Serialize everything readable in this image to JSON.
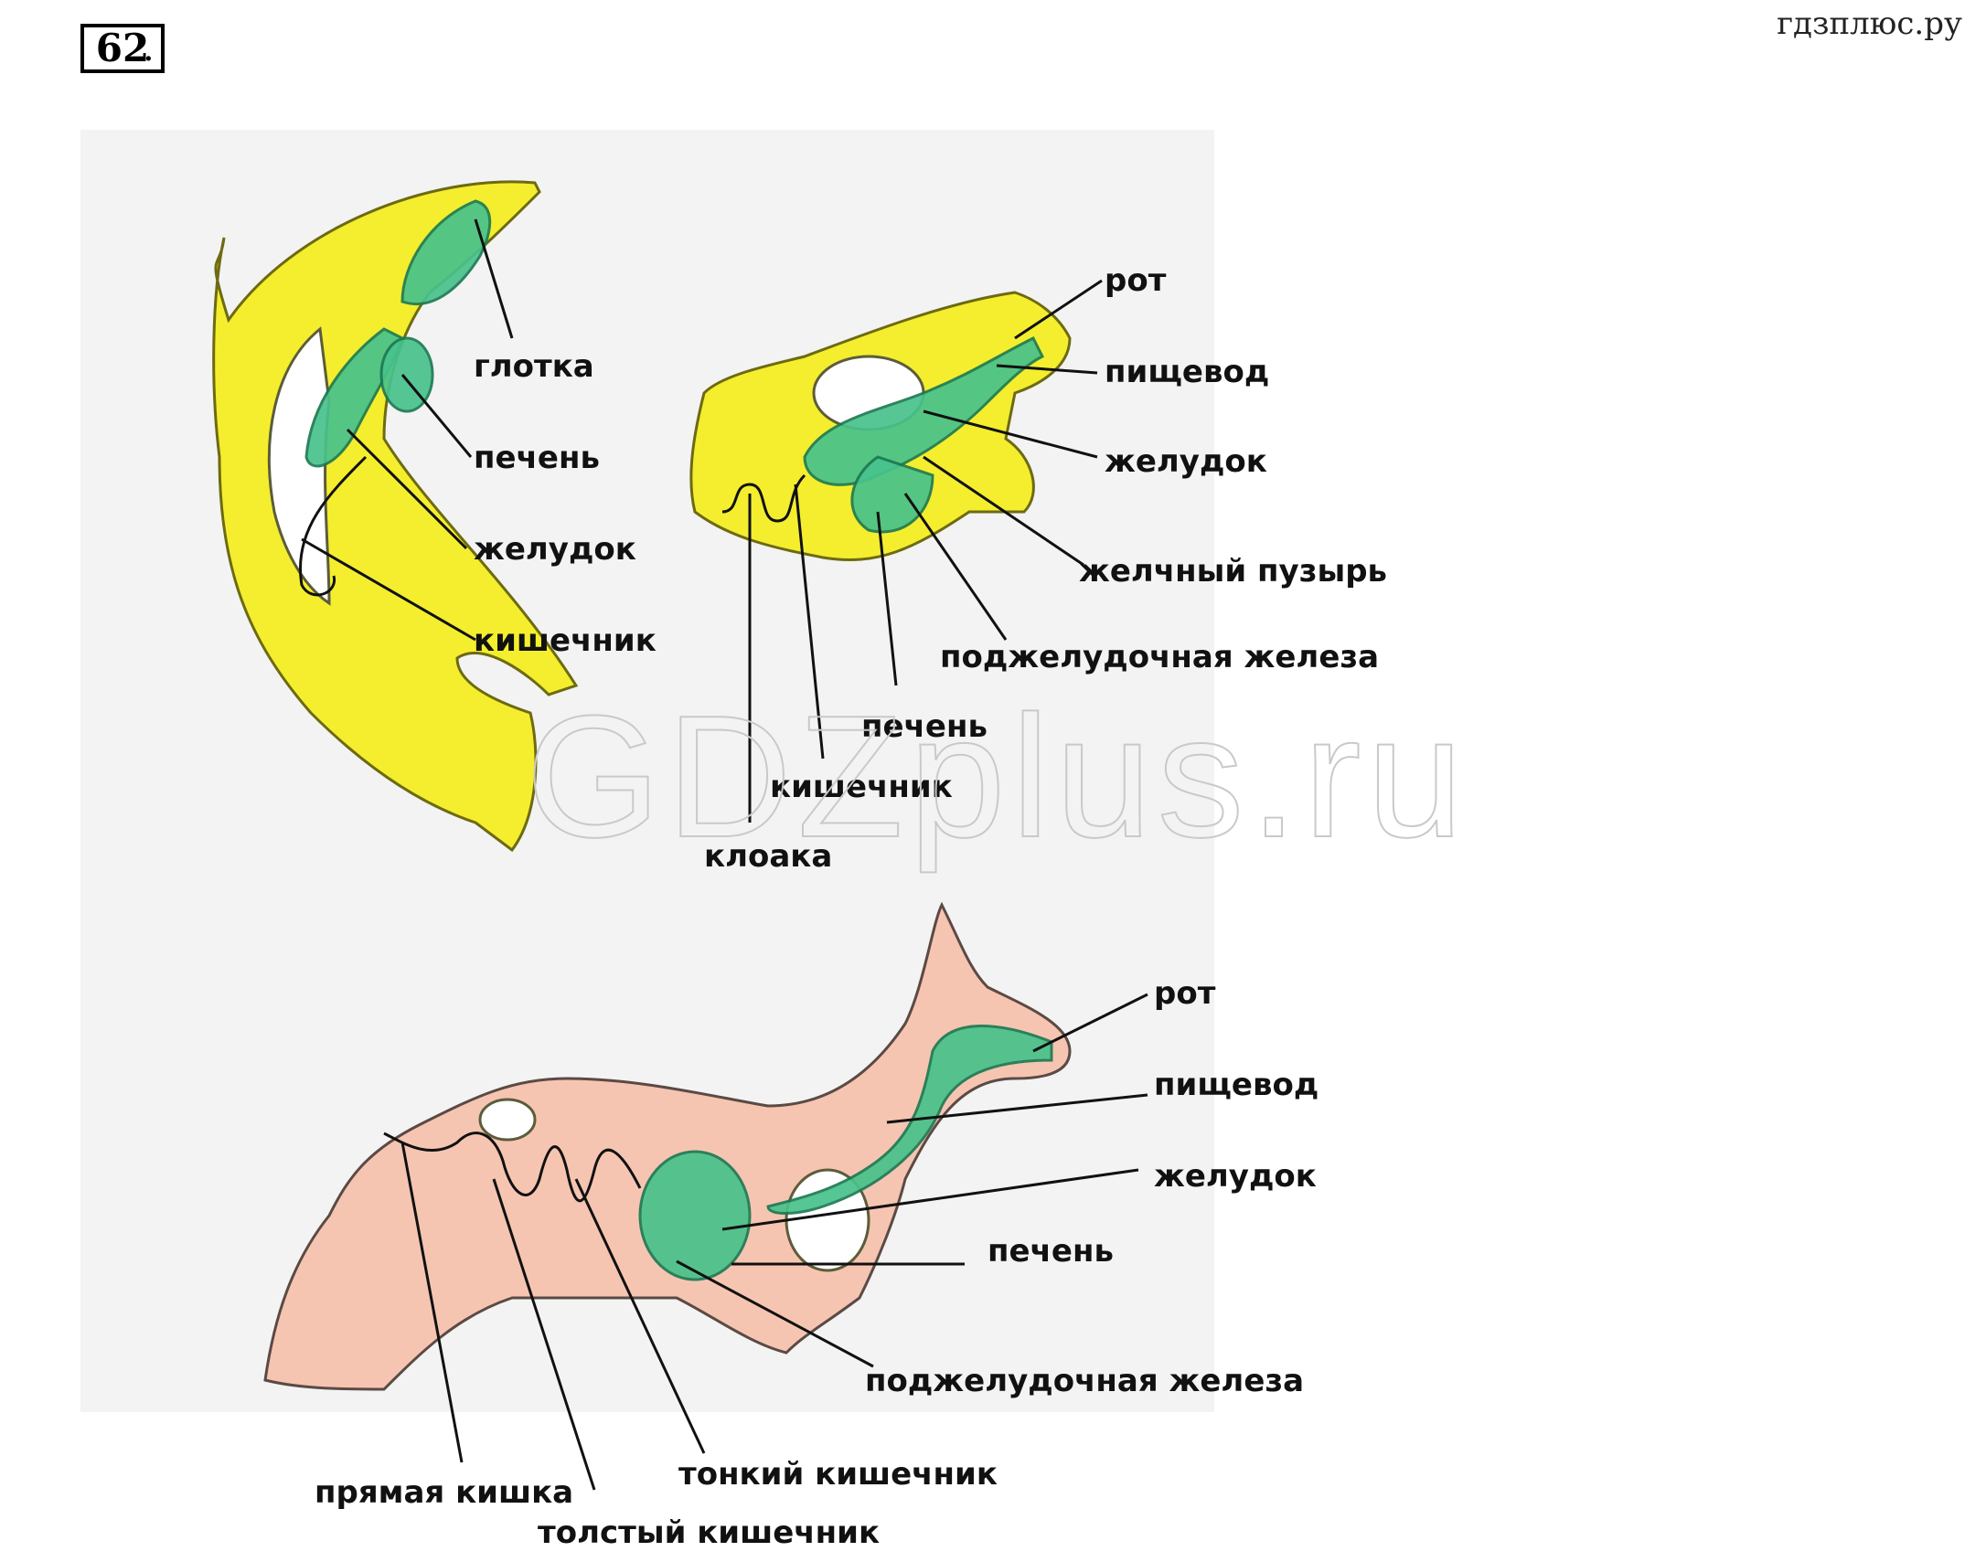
{
  "header": {
    "task_number": "62",
    "site": "гдзплюс.ру"
  },
  "watermark": "GDZplus.ru",
  "colors": {
    "fish_frog_body": "#f4ee2e",
    "mammal_body": "#f6c5b2",
    "digestive_tract": "#48c28c"
  },
  "fish": {
    "labels": {
      "pharynx": "глотка",
      "liver": "печень",
      "stomach": "желудок",
      "intestine": "кишечник"
    }
  },
  "frog": {
    "labels": {
      "mouth": "рот",
      "esophagus": "пищевод",
      "stomach": "желудок",
      "gallbladder": "желчный пузырь",
      "pancreas": "поджелудочная железа",
      "liver": "печень",
      "intestine": "кишечник",
      "cloaca": "клоака"
    }
  },
  "mammal": {
    "labels": {
      "mouth": "рот",
      "esophagus": "пищевод",
      "stomach": "желудок",
      "liver": "печень",
      "pancreas": "поджелудочная железа",
      "small_intestine": "тонкий кишечник",
      "rectum": "прямая кишка",
      "large_intestine": "толстый кишечник"
    }
  }
}
